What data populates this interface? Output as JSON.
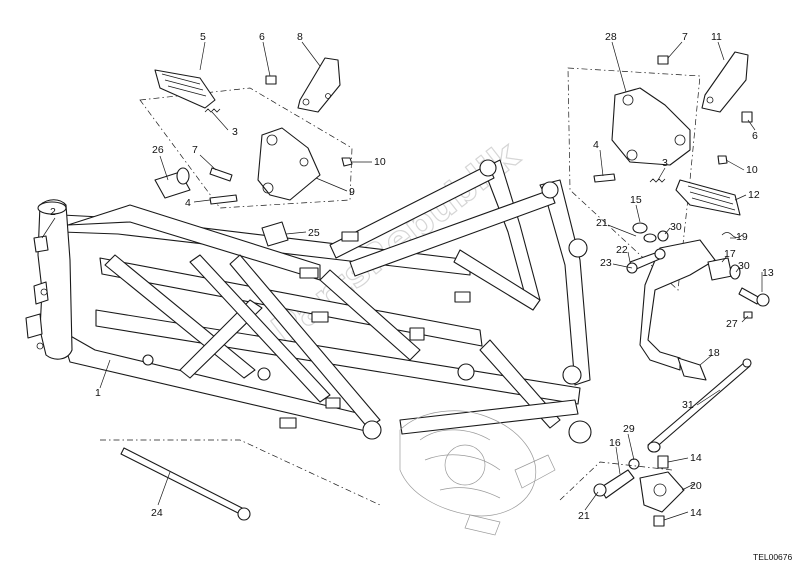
{
  "watermark": "PartsRepublik",
  "reference_code": "TEL00676",
  "callouts": [
    {
      "id": "c5",
      "text": "5"
    },
    {
      "id": "c6a",
      "text": "6"
    },
    {
      "id": "c8",
      "text": "8"
    },
    {
      "id": "c3a",
      "text": "3"
    },
    {
      "id": "c26",
      "text": "26"
    },
    {
      "id": "c7a",
      "text": "7"
    },
    {
      "id": "c10a",
      "text": "10"
    },
    {
      "id": "c9",
      "text": "9"
    },
    {
      "id": "c4a",
      "text": "4"
    },
    {
      "id": "c25",
      "text": "25"
    },
    {
      "id": "c2",
      "text": "2"
    },
    {
      "id": "c1",
      "text": "1"
    },
    {
      "id": "c24",
      "text": "24"
    },
    {
      "id": "c28",
      "text": "28"
    },
    {
      "id": "c7b",
      "text": "7"
    },
    {
      "id": "c11",
      "text": "11"
    },
    {
      "id": "c6b",
      "text": "6"
    },
    {
      "id": "c4b",
      "text": "4"
    },
    {
      "id": "c3b",
      "text": "3"
    },
    {
      "id": "c10b",
      "text": "10"
    },
    {
      "id": "c12",
      "text": "12"
    },
    {
      "id": "c15",
      "text": "15"
    },
    {
      "id": "c21a",
      "text": "21"
    },
    {
      "id": "c30",
      "text": "30"
    },
    {
      "id": "c22",
      "text": "22"
    },
    {
      "id": "c19",
      "text": "19"
    },
    {
      "id": "c23",
      "text": "23"
    },
    {
      "id": "c17",
      "text": "17"
    },
    {
      "id": "c30b",
      "text": "30"
    },
    {
      "id": "c13",
      "text": "13"
    },
    {
      "id": "c27",
      "text": "27"
    },
    {
      "id": "c18",
      "text": "18"
    },
    {
      "id": "c31",
      "text": "31"
    },
    {
      "id": "c29",
      "text": "29"
    },
    {
      "id": "c16",
      "text": "16"
    },
    {
      "id": "c14a",
      "text": "14"
    },
    {
      "id": "c20",
      "text": "20"
    },
    {
      "id": "c21b",
      "text": "21"
    },
    {
      "id": "c14b",
      "text": "14"
    }
  ]
}
